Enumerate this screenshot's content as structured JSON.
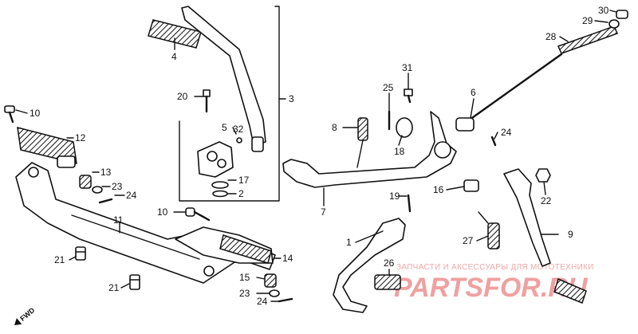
{
  "labels": {
    "p1": "1",
    "p2": "2",
    "p3": "3",
    "p4": "4",
    "p5": "5",
    "p6": "6",
    "p7": "7",
    "p8": "8",
    "p9": "9",
    "p10a": "10",
    "p10b": "10",
    "p11": "11",
    "p12": "12",
    "p13": "13",
    "p14": "14",
    "p15": "15",
    "p16": "16",
    "p17": "17",
    "p18": "18",
    "p19": "19",
    "p20": "20",
    "p21a": "21",
    "p21b": "21",
    "p22": "22",
    "p23a": "23",
    "p23b": "23",
    "p24a": "24",
    "p24b": "24",
    "p24c": "24",
    "p25": "25",
    "p26": "26",
    "p27": "27",
    "p28": "28",
    "p29": "29",
    "p30": "30",
    "p31": "31",
    "p32": "32"
  },
  "fwd": "FWD",
  "watermark": {
    "line1": "ЗАПЧАСТИ И АКСЕССУАРЫ ДЛЯ МОТОТЕХНИКИ",
    "line2": "PARTSFOR.RU"
  },
  "colors": {
    "line": "#111111",
    "watermark": "#f0a0a0"
  }
}
